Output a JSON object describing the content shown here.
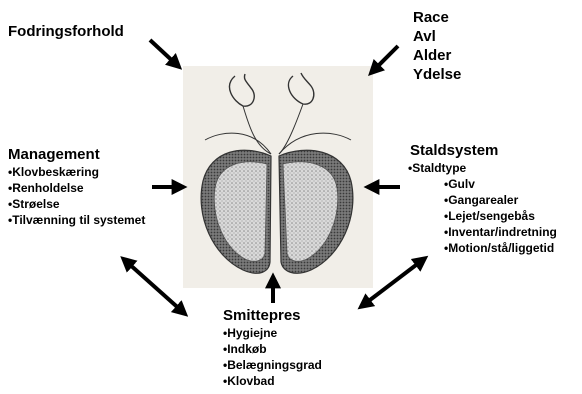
{
  "top_left": {
    "title": "Fodringsforhold"
  },
  "top_right": {
    "lines": [
      "Race",
      "Avl",
      "Alder",
      "Ydelse"
    ]
  },
  "management": {
    "title": "Management",
    "items": [
      "Klovbeskæring",
      "Renholdelse",
      "Strøelse",
      "Tilvænning til systemet"
    ]
  },
  "staldsystem": {
    "title": "Staldsystem",
    "items": [
      "Staldtype"
    ],
    "subitems": [
      "Gulv",
      "Gangarealer",
      "Lejet/sengebås",
      "Inventar/indretning",
      "Motion/stå/liggetid"
    ]
  },
  "smittepres": {
    "title": "Smittepres",
    "items": [
      "Hygiejne",
      "Indkøb",
      "Belægningsgrad",
      "Klovbad"
    ]
  },
  "bullet": "•",
  "colors": {
    "arrow": "#000000",
    "hoof_stroke": "#333333",
    "hoof_fill": "#c9c9c9",
    "hoof_bg": "#f1eee8"
  }
}
